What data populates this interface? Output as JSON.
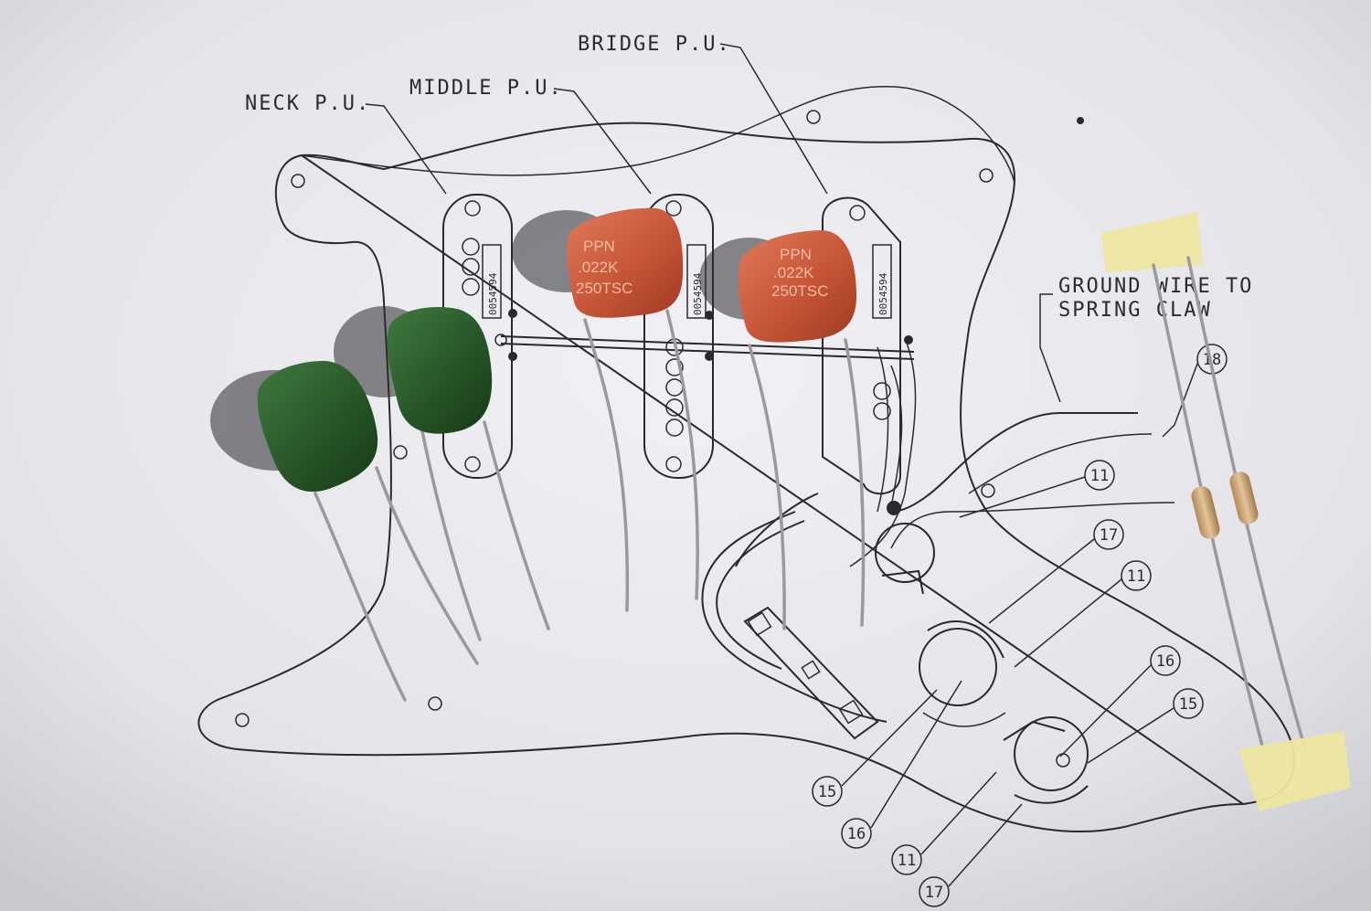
{
  "labels": {
    "neck": "NECK P.U.",
    "middle": "MIDDLE P.U.",
    "bridge": "BRIDGE P.U.",
    "ground_line1": "GROUND WIRE TO",
    "ground_line2": "SPRING CLAW"
  },
  "pickup_part_number": "0054594",
  "callouts": [
    "11",
    "17",
    "11",
    "16",
    "15",
    "15",
    "16",
    "11",
    "17",
    "18"
  ],
  "capacitor_text": [
    "PPN",
    ".022K",
    "250TSC"
  ],
  "colors": {
    "paper": "#e9e9ee",
    "green_capacitor": "#2c5a2e",
    "orange_capacitor": "#cc5a3e",
    "resistor_tape": "#ede6a0"
  }
}
